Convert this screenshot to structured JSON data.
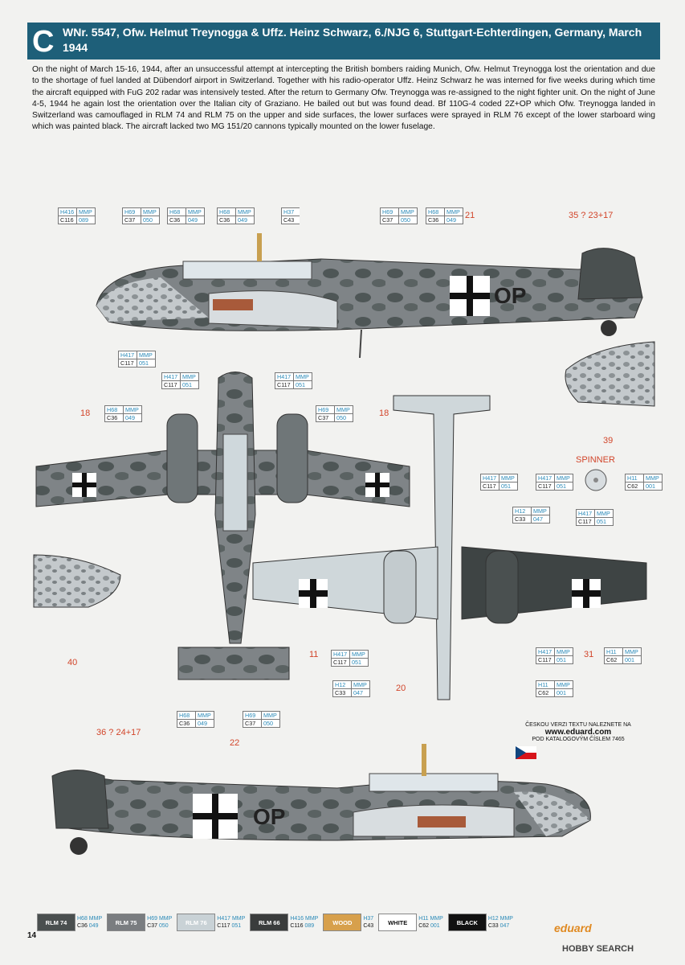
{
  "header": {
    "letter": "C",
    "title": "WNr. 5547, Ofw. Helmut Treynogga & Uffz. Heinz Schwarz, 6./NJG 6, Stuttgart-Echterdingen, Germany, March 1944"
  },
  "description": "On the night of March 15-16, 1944, after an unsuccessful attempt at intercepting the British bombers raiding Munich, Ofw. Helmut Treynogga lost the orientation and due to the shortage of fuel landed at Dübendorf airport in Switzerland. Together with his radio-operator Uffz. Heinz Schwarz he was interned for five weeks during which time the aircraft equipped with FuG 202 radar was intensively tested. After the return to Germany Ofw. Treynogga was re-assigned to the night fighter unit. On the night of June 4-5, 1944 he again lost the orientation over the Italian city of Graziano. He bailed out but was found dead. Bf 110G-4 coded 2Z+OP which Ofw. Treynogga landed in Switzerland was camouflaged in RLM 74 and RLM 75 on the upper and side surfaces, the lower surfaces were sprayed in RLM 76 except of the lower starboard wing which was painted black. The aircraft lacked two MG 151/20 cannons typically mounted on the lower fuselage.",
  "callouts": [
    {
      "id": "c1",
      "h": "H416",
      "m": "MMP",
      "c": "C116",
      "n": "089"
    },
    {
      "id": "c2",
      "h": "H69",
      "m": "MMP",
      "c": "C37",
      "n": "050"
    },
    {
      "id": "c3",
      "h": "H68",
      "m": "MMP",
      "c": "C36",
      "n": "049"
    },
    {
      "id": "c4",
      "h": "H68",
      "m": "MMP",
      "c": "C36",
      "n": "049"
    },
    {
      "id": "c5",
      "h": "H37",
      "m": "",
      "c": "C43",
      "n": ""
    },
    {
      "id": "c6",
      "h": "H69",
      "m": "MMP",
      "c": "C37",
      "n": "050"
    },
    {
      "id": "c7",
      "h": "H68",
      "m": "MMP",
      "c": "C36",
      "n": "049"
    },
    {
      "id": "c8",
      "h": "H417",
      "m": "MMP",
      "c": "C117",
      "n": "051"
    },
    {
      "id": "c9",
      "h": "H417",
      "m": "MMP",
      "c": "C117",
      "n": "051"
    },
    {
      "id": "c10",
      "h": "H417",
      "m": "MMP",
      "c": "C117",
      "n": "051"
    },
    {
      "id": "c11",
      "h": "H68",
      "m": "MMP",
      "c": "C36",
      "n": "049"
    },
    {
      "id": "c12",
      "h": "H69",
      "m": "MMP",
      "c": "C37",
      "n": "050"
    },
    {
      "id": "c13",
      "h": "H417",
      "m": "MMP",
      "c": "C117",
      "n": "051"
    },
    {
      "id": "c14",
      "h": "H417",
      "m": "MMP",
      "c": "C117",
      "n": "051"
    },
    {
      "id": "c15",
      "h": "H11",
      "m": "MMP",
      "c": "C62",
      "n": "001"
    },
    {
      "id": "c16",
      "h": "H12",
      "m": "MMP",
      "c": "C33",
      "n": "047"
    },
    {
      "id": "c17",
      "h": "H417",
      "m": "MMP",
      "c": "C117",
      "n": "051"
    },
    {
      "id": "c18",
      "h": "H417",
      "m": "MMP",
      "c": "C117",
      "n": "051"
    },
    {
      "id": "c19",
      "h": "H11",
      "m": "MMP",
      "c": "C62",
      "n": "001"
    },
    {
      "id": "c20",
      "h": "H12",
      "m": "MMP",
      "c": "C33",
      "n": "047"
    },
    {
      "id": "c21",
      "h": "H417",
      "m": "MMP",
      "c": "C117",
      "n": "051"
    },
    {
      "id": "c22",
      "h": "H11",
      "m": "MMP",
      "c": "C62",
      "n": "001"
    },
    {
      "id": "c23",
      "h": "H68",
      "m": "MMP",
      "c": "C36",
      "n": "049"
    },
    {
      "id": "c24",
      "h": "H69",
      "m": "MMP",
      "c": "C37",
      "n": "050"
    }
  ],
  "numbers": {
    "n21": "21",
    "n35": "35 ? 23+17",
    "n18a": "18",
    "n18b": "18",
    "n39": "39",
    "n11": "11",
    "n20": "20",
    "n31": "31",
    "n40": "40",
    "n36": "36 ? 24+17",
    "n22": "22"
  },
  "spinner_label": "SPINNER",
  "fuselage_code": "OP",
  "note": {
    "line1": "ČESKOU VERZI TEXTU NALEZNETE NA",
    "url": "www.eduard.com",
    "line2": "POD KATALOGOVÝM ČÍSLEM 7465"
  },
  "legend": [
    {
      "name": "RLM 74",
      "h": "H68",
      "m": "MMP",
      "c": "C36",
      "n": "049",
      "bg": "#4a4f4f",
      "fg": "#ffffff"
    },
    {
      "name": "RLM 75",
      "h": "H69",
      "m": "MMP",
      "c": "C37",
      "n": "050",
      "bg": "#7a7d80",
      "fg": "#ffffff"
    },
    {
      "name": "RLM 76",
      "h": "H417",
      "m": "MMP",
      "c": "C117",
      "n": "051",
      "bg": "#c9d2d6",
      "fg": "#ffffff"
    },
    {
      "name": "RLM 66",
      "h": "H416",
      "m": "MMP",
      "c": "C116",
      "n": "089",
      "bg": "#3a3c3c",
      "fg": "#ffffff"
    },
    {
      "name": "WOOD",
      "h": "H37",
      "m": "",
      "c": "C43",
      "n": "",
      "bg": "#d7a04c",
      "fg": "#ffffff"
    },
    {
      "name": "WHITE",
      "h": "H11",
      "m": "MMP",
      "c": "C62",
      "n": "001",
      "bg": "#ffffff",
      "fg": "#111111"
    },
    {
      "name": "BLACK",
      "h": "H12",
      "m": "MMP",
      "c": "C33",
      "n": "047",
      "bg": "#111111",
      "fg": "#ffffff"
    }
  ],
  "page_number": "14",
  "brand": "eduard",
  "watermark": "HOBBY SEARCH"
}
